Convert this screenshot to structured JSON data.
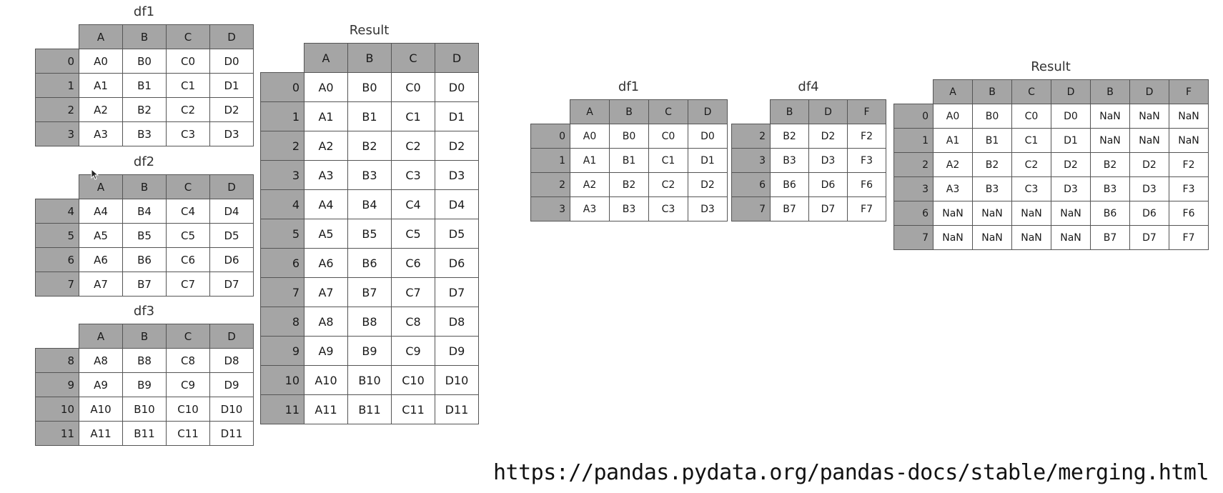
{
  "left_figure": {
    "df1": {
      "title": "df1",
      "columns": [
        "A",
        "B",
        "C",
        "D"
      ],
      "rows": [
        {
          "index": "0",
          "cells": [
            "A0",
            "B0",
            "C0",
            "D0"
          ]
        },
        {
          "index": "1",
          "cells": [
            "A1",
            "B1",
            "C1",
            "D1"
          ]
        },
        {
          "index": "2",
          "cells": [
            "A2",
            "B2",
            "C2",
            "D2"
          ]
        },
        {
          "index": "3",
          "cells": [
            "A3",
            "B3",
            "C3",
            "D3"
          ]
        }
      ]
    },
    "df2": {
      "title": "df2",
      "columns": [
        "A",
        "B",
        "C",
        "D"
      ],
      "rows": [
        {
          "index": "4",
          "cells": [
            "A4",
            "B4",
            "C4",
            "D4"
          ]
        },
        {
          "index": "5",
          "cells": [
            "A5",
            "B5",
            "C5",
            "D5"
          ]
        },
        {
          "index": "6",
          "cells": [
            "A6",
            "B6",
            "C6",
            "D6"
          ]
        },
        {
          "index": "7",
          "cells": [
            "A7",
            "B7",
            "C7",
            "D7"
          ]
        }
      ]
    },
    "df3": {
      "title": "df3",
      "columns": [
        "A",
        "B",
        "C",
        "D"
      ],
      "rows": [
        {
          "index": "8",
          "cells": [
            "A8",
            "B8",
            "C8",
            "D8"
          ]
        },
        {
          "index": "9",
          "cells": [
            "A9",
            "B9",
            "C9",
            "D9"
          ]
        },
        {
          "index": "10",
          "cells": [
            "A10",
            "B10",
            "C10",
            "D10"
          ]
        },
        {
          "index": "11",
          "cells": [
            "A11",
            "B11",
            "C11",
            "D11"
          ]
        }
      ]
    },
    "result": {
      "title": "Result",
      "columns": [
        "A",
        "B",
        "C",
        "D"
      ],
      "rows": [
        {
          "index": "0",
          "cells": [
            "A0",
            "B0",
            "C0",
            "D0"
          ]
        },
        {
          "index": "1",
          "cells": [
            "A1",
            "B1",
            "C1",
            "D1"
          ]
        },
        {
          "index": "2",
          "cells": [
            "A2",
            "B2",
            "C2",
            "D2"
          ]
        },
        {
          "index": "3",
          "cells": [
            "A3",
            "B3",
            "C3",
            "D3"
          ]
        },
        {
          "index": "4",
          "cells": [
            "A4",
            "B4",
            "C4",
            "D4"
          ]
        },
        {
          "index": "5",
          "cells": [
            "A5",
            "B5",
            "C5",
            "D5"
          ]
        },
        {
          "index": "6",
          "cells": [
            "A6",
            "B6",
            "C6",
            "D6"
          ]
        },
        {
          "index": "7",
          "cells": [
            "A7",
            "B7",
            "C7",
            "D7"
          ]
        },
        {
          "index": "8",
          "cells": [
            "A8",
            "B8",
            "C8",
            "D8"
          ]
        },
        {
          "index": "9",
          "cells": [
            "A9",
            "B9",
            "C9",
            "D9"
          ]
        },
        {
          "index": "10",
          "cells": [
            "A10",
            "B10",
            "C10",
            "D10"
          ]
        },
        {
          "index": "11",
          "cells": [
            "A11",
            "B11",
            "C11",
            "D11"
          ]
        }
      ]
    }
  },
  "right_figure": {
    "df1": {
      "title": "df1",
      "columns": [
        "A",
        "B",
        "C",
        "D"
      ],
      "rows": [
        {
          "index": "0",
          "cells": [
            "A0",
            "B0",
            "C0",
            "D0"
          ]
        },
        {
          "index": "1",
          "cells": [
            "A1",
            "B1",
            "C1",
            "D1"
          ]
        },
        {
          "index": "2",
          "cells": [
            "A2",
            "B2",
            "C2",
            "D2"
          ]
        },
        {
          "index": "3",
          "cells": [
            "A3",
            "B3",
            "C3",
            "D3"
          ]
        }
      ]
    },
    "df4": {
      "title": "df4",
      "columns": [
        "B",
        "D",
        "F"
      ],
      "rows": [
        {
          "index": "2",
          "cells": [
            "B2",
            "D2",
            "F2"
          ]
        },
        {
          "index": "3",
          "cells": [
            "B3",
            "D3",
            "F3"
          ]
        },
        {
          "index": "6",
          "cells": [
            "B6",
            "D6",
            "F6"
          ]
        },
        {
          "index": "7",
          "cells": [
            "B7",
            "D7",
            "F7"
          ]
        }
      ]
    },
    "result": {
      "title": "Result",
      "columns": [
        "A",
        "B",
        "C",
        "D",
        "B",
        "D",
        "F"
      ],
      "rows": [
        {
          "index": "0",
          "cells": [
            "A0",
            "B0",
            "C0",
            "D0",
            "NaN",
            "NaN",
            "NaN"
          ]
        },
        {
          "index": "1",
          "cells": [
            "A1",
            "B1",
            "C1",
            "D1",
            "NaN",
            "NaN",
            "NaN"
          ]
        },
        {
          "index": "2",
          "cells": [
            "A2",
            "B2",
            "C2",
            "D2",
            "B2",
            "D2",
            "F2"
          ]
        },
        {
          "index": "3",
          "cells": [
            "A3",
            "B3",
            "C3",
            "D3",
            "B3",
            "D3",
            "F3"
          ]
        },
        {
          "index": "6",
          "cells": [
            "NaN",
            "NaN",
            "NaN",
            "NaN",
            "B6",
            "D6",
            "F6"
          ]
        },
        {
          "index": "7",
          "cells": [
            "NaN",
            "NaN",
            "NaN",
            "NaN",
            "B7",
            "D7",
            "F7"
          ]
        }
      ]
    }
  },
  "footer": {
    "url": "https://pandas.pydata.org/pandas-docs/stable/merging.html"
  }
}
